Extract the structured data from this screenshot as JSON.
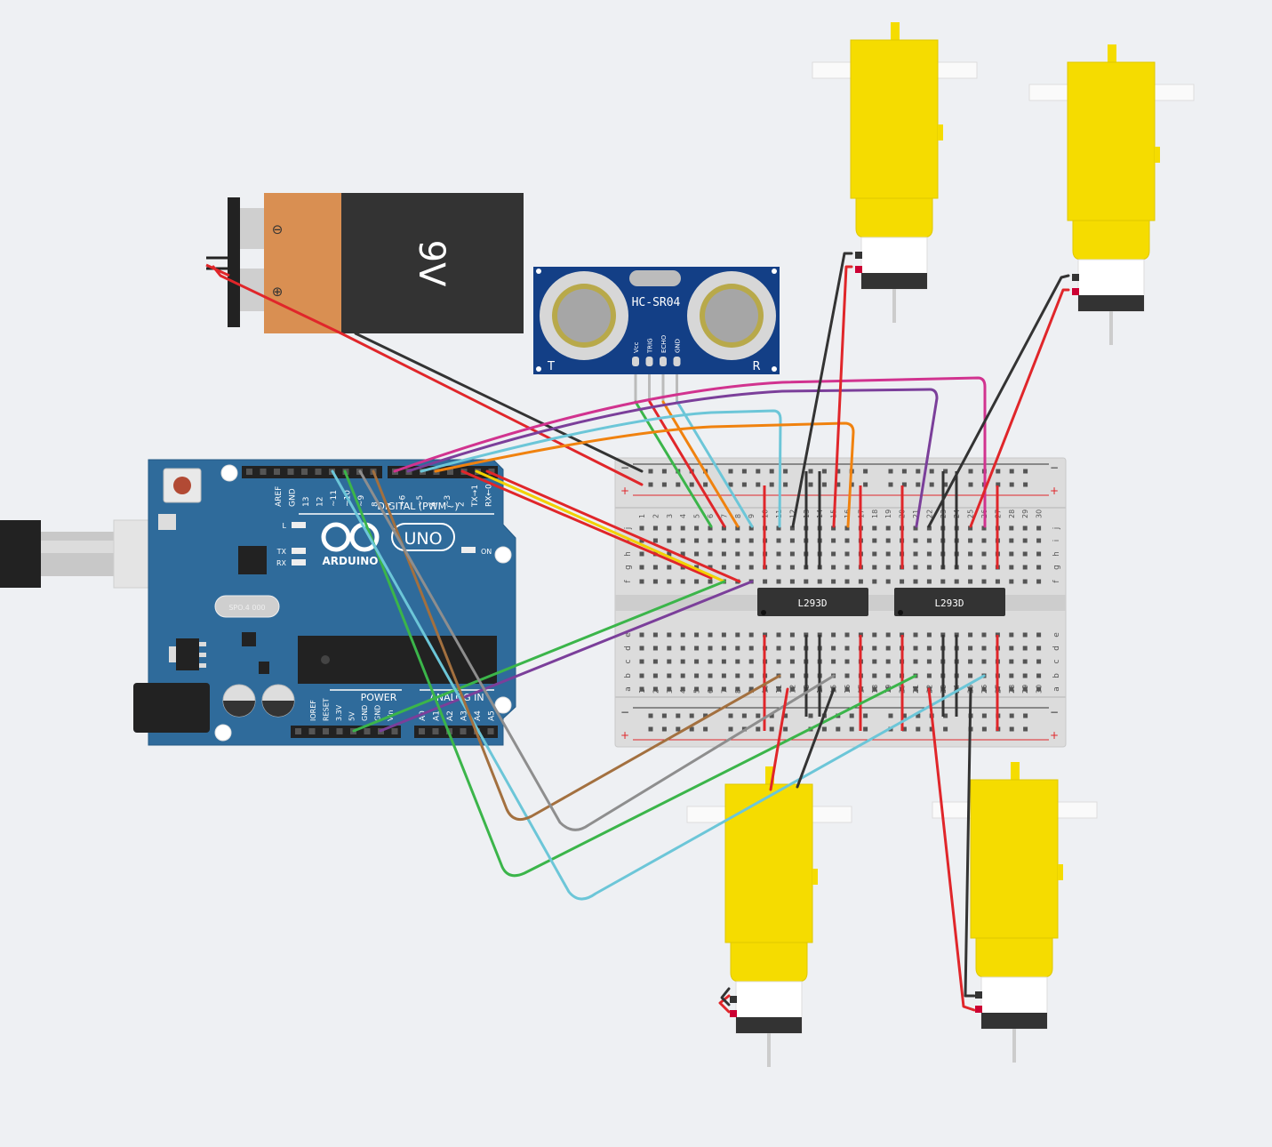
{
  "battery": {
    "label": "9V",
    "minus": "⊖",
    "plus": "⊕"
  },
  "sensor": {
    "model": "HC-SR04",
    "pins": [
      "Vcc",
      "TRIG",
      "ECHO",
      "GND"
    ],
    "left_mark": "T",
    "right_mark": "R"
  },
  "arduino": {
    "brand": "ARDUINO",
    "model": "UNO",
    "digital_label": "DIGITAL (PWM~)",
    "top_pins": [
      "AREF",
      "GND",
      "13",
      "12",
      "~11",
      "~10",
      "~9",
      "8",
      "7",
      "~6",
      "~5",
      "4",
      "~3",
      "2",
      "TX→1",
      "RX←0"
    ],
    "led_labels": [
      "L",
      "TX",
      "RX"
    ],
    "on_label": "ON",
    "crystal": "SPO.4 000",
    "power_label": "POWER",
    "analog_label": "ANALOG IN",
    "power_pins": [
      "IOREF",
      "RESET",
      "3.3V",
      "5V",
      "GND",
      "GND",
      "Vin"
    ],
    "analog_pins": [
      "A0",
      "A1",
      "A2",
      "A3",
      "A4",
      "A5"
    ]
  },
  "breadboard": {
    "column_numbers": [
      "1",
      "2",
      "3",
      "4",
      "5",
      "6",
      "7",
      "8",
      "9",
      "10",
      "11",
      "12",
      "13",
      "14",
      "15",
      "16",
      "17",
      "18",
      "19",
      "20",
      "21",
      "22",
      "23",
      "24",
      "25",
      "26",
      "27",
      "28",
      "29",
      "30"
    ],
    "row_letters_top": [
      "j",
      "i",
      "h",
      "g",
      "f"
    ],
    "row_letters_bottom": [
      "e",
      "d",
      "c",
      "b",
      "a"
    ],
    "rail_minus": "−",
    "rail_plus": "+",
    "chips": [
      "L293D",
      "L293D"
    ]
  },
  "colors": {
    "wire_red": "#e0262a",
    "wire_black": "#333333",
    "wire_green": "#3bb54a",
    "wire_orange": "#f0820f",
    "wire_cyan": "#6cc6d8",
    "wire_purple": "#7b3f9a",
    "wire_magenta": "#d1338f",
    "wire_brown": "#a3703f",
    "wire_gray": "#8e8e8e",
    "wire_yellow": "#f2d100",
    "arduino_blue": "#2f6b9b",
    "motor_yellow": "#f5dc00",
    "sensor_blue": "#133f86",
    "battery_orange": "#d98f52",
    "battery_black": "#333333"
  }
}
